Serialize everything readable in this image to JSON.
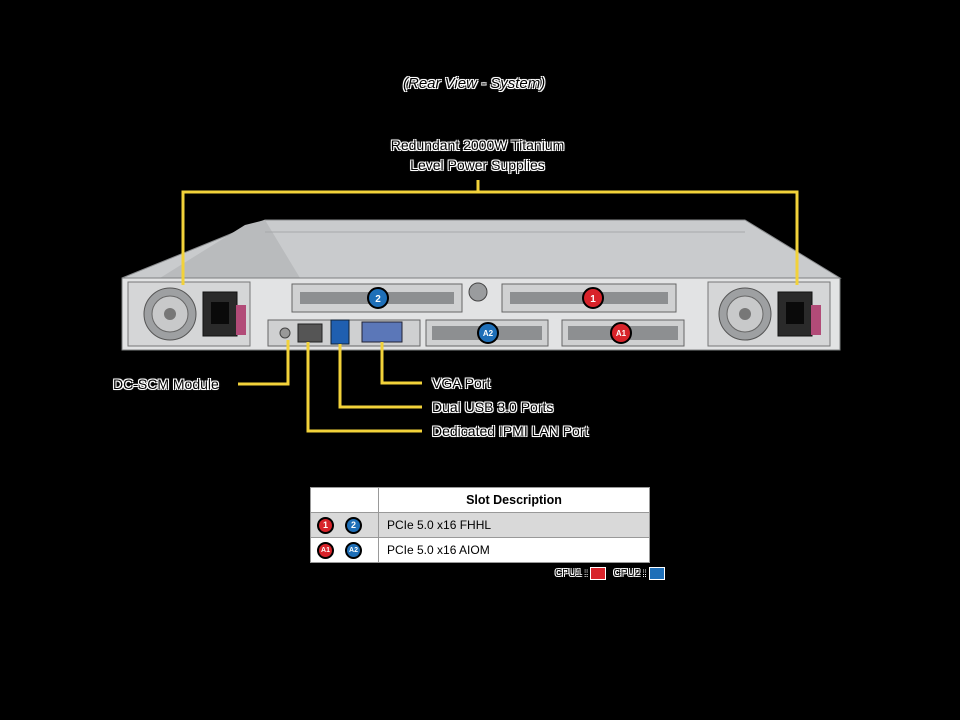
{
  "caption": "(Rear View - System)",
  "callouts": {
    "power_supplies_line1": "Redundant 2000W Titanium",
    "power_supplies_line2": "Level Power Supplies",
    "dc_scm": "DC-SCM Module",
    "vga": "VGA Port",
    "usb": "Dual USB 3.0 Ports",
    "ipmi": "Dedicated IPMI LAN Port"
  },
  "slot_badges": {
    "s1": "1",
    "s2": "2",
    "a1": "A1",
    "a2": "A2"
  },
  "table": {
    "header": "Slot Description",
    "rows": [
      {
        "badges": [
          "1",
          "2"
        ],
        "description": "PCIe 5.0 x16 FHHL"
      },
      {
        "badges": [
          "A1",
          "A2"
        ],
        "description": "PCIe 5.0 x16 AIOM"
      }
    ]
  },
  "legend": {
    "cpu1": "CPU1",
    "cpu2": "CPU2"
  },
  "colors": {
    "callout_line": "#f2d23a",
    "cpu1": "#d8232a",
    "cpu2": "#1e6fb8"
  }
}
